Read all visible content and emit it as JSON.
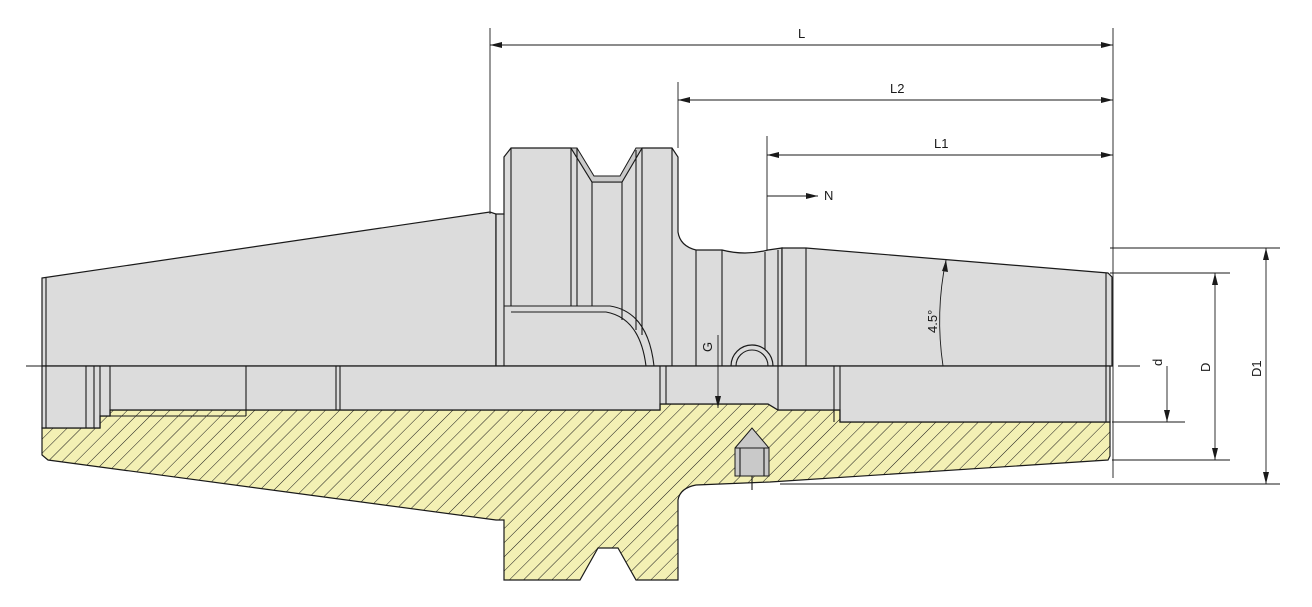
{
  "drawing": {
    "dimensions": {
      "L": "L",
      "L2": "L2",
      "L1": "L1",
      "N": "N",
      "G": "G",
      "angle": "4.5°",
      "d": "d",
      "D": "D",
      "D1": "D1"
    },
    "colors": {
      "section_hatch_fill": "#f3f0b4",
      "hatch_lines": "#1a1a1a",
      "body_fill": "#dcdcdc",
      "line": "#1a1a1a"
    }
  }
}
